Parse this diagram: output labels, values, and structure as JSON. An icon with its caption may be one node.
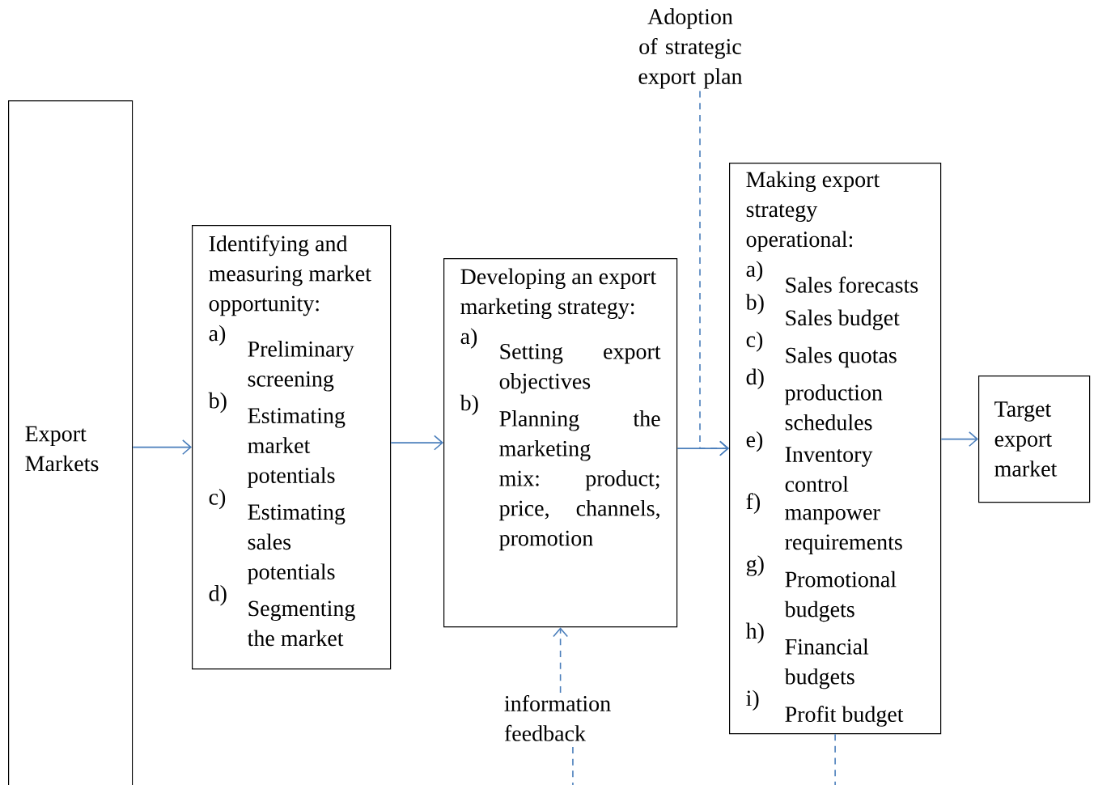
{
  "diagram": {
    "nodes": [
      {
        "text": [
          "Export Markets"
        ]
      },
      {
        "text": [
          "Identifying and measuring market opportunity:",
          "a)",
          "Preliminary screening",
          "b)",
          "Estimating market potentials",
          "c)",
          "Estimating sales potentials",
          "d)",
          "Segmenting the market"
        ]
      },
      {
        "text": [
          "Developing an export marketing strategy:",
          "a)",
          "Setting export objectives",
          "b)",
          "Planning the marketing mix: product; price, channels, promotion"
        ]
      },
      {
        "text": [
          "Adoption of strategic export plan"
        ]
      },
      {
        "text": [
          "Making export strategy operational:",
          "a)",
          "Sales forecasts",
          "b)",
          "Sales budget",
          "c)",
          "Sales quotas",
          "d)",
          "production schedules",
          "e)",
          "Inventory control",
          "f)",
          "manpower requirements",
          "g)",
          "Promotional budgets",
          "h)",
          "Financial budgets",
          "i)",
          "Profit budget"
        ]
      },
      {
        "text": [
          "Target export market"
        ]
      },
      {
        "text": [
          "information feedback"
        ]
      }
    ],
    "edges": [
      {
        "from": 0,
        "to": 1,
        "arrow": "to"
      },
      {
        "from": 1,
        "to": 2,
        "arrow": "to"
      },
      {
        "from": 2,
        "to": 4,
        "arrow": "to"
      },
      {
        "from": 4,
        "to": 5,
        "arrow": "to"
      },
      {
        "from": 3,
        "to": 4,
        "arrow": "to",
        "style": "dashed"
      },
      {
        "from": 6,
        "to": 2,
        "arrow": "to",
        "style": "dashed"
      },
      {
        "from": 4,
        "to": null,
        "arrow": "none",
        "style": "dashed"
      },
      {
        "from": null,
        "to": 6,
        "arrow": "none",
        "style": "dashed"
      }
    ]
  }
}
